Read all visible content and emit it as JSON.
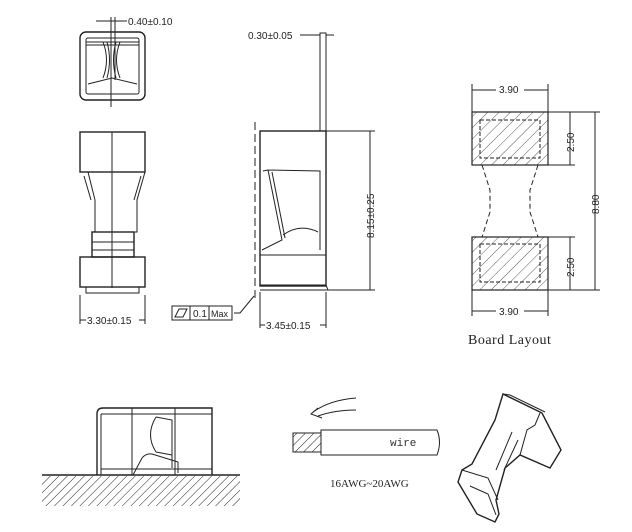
{
  "dimensions": {
    "slot_width": "0.40±0.10",
    "tab_thickness": "0.30±0.05",
    "front_width": "3.30±0.15",
    "side_width": "3.45±0.15",
    "height": "8.15±0.25",
    "flatness_value": "0.1",
    "flatness_suffix": "Max"
  },
  "board_layout": {
    "title": "Board Layout",
    "pad_width_top": "3.90",
    "pad_width_bottom": "3.90",
    "pad_height_top": "2.50",
    "pad_height_bottom": "2.50",
    "overall_length": "8.80"
  },
  "wire": {
    "label": "wire",
    "gauge_range": "16AWG~20AWG"
  }
}
